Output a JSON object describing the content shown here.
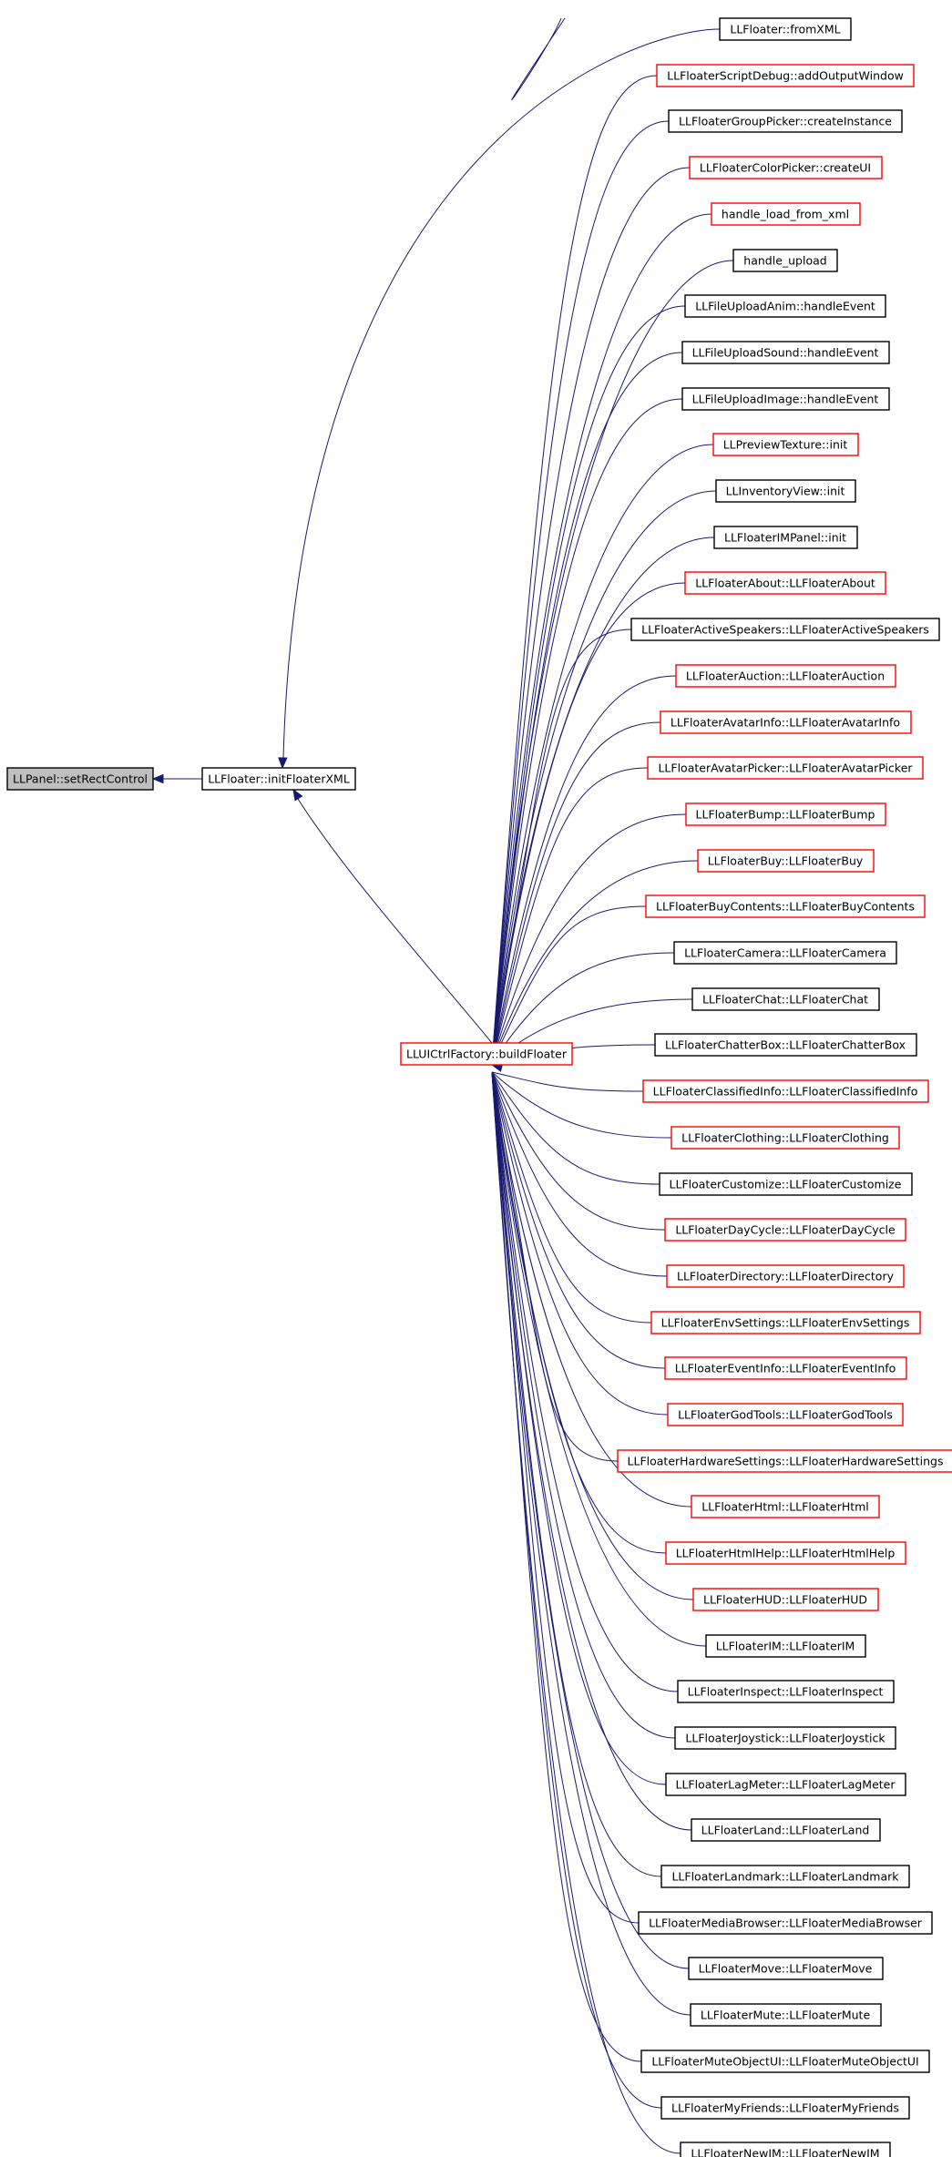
{
  "colors": {
    "edge": "#191970",
    "border_default": "#000000",
    "border_red": "#ff0000",
    "root_fill": "#bfbfbf",
    "node_fill": "#ffffff"
  },
  "diagram": {
    "root": {
      "label": "LLPanel::setRectControl"
    },
    "init_floater_xml": {
      "label": "LLFloater::initFloaterXML"
    },
    "build_floater": {
      "label": "LLUICtrlFactory::buildFloater"
    },
    "callers": [
      {
        "label": "LLFloater::fromXML",
        "border": "black",
        "target": "init"
      },
      {
        "label": "LLFloaterScriptDebug::addOutputWindow",
        "border": "red",
        "target": "build"
      },
      {
        "label": "LLFloaterGroupPicker::createInstance",
        "border": "black",
        "target": "build"
      },
      {
        "label": "LLFloaterColorPicker::createUI",
        "border": "red",
        "target": "build"
      },
      {
        "label": "handle_load_from_xml",
        "border": "red",
        "target": "build"
      },
      {
        "label": "handle_upload",
        "border": "black",
        "target": "build"
      },
      {
        "label": "LLFileUploadAnim::handleEvent",
        "border": "black",
        "target": "build"
      },
      {
        "label": "LLFileUploadSound::handleEvent",
        "border": "black",
        "target": "build"
      },
      {
        "label": "LLFileUploadImage::handleEvent",
        "border": "black",
        "target": "build"
      },
      {
        "label": "LLPreviewTexture::init",
        "border": "red",
        "target": "build"
      },
      {
        "label": "LLInventoryView::init",
        "border": "black",
        "target": "build"
      },
      {
        "label": "LLFloaterIMPanel::init",
        "border": "black",
        "target": "build"
      },
      {
        "label": "LLFloaterAbout::LLFloaterAbout",
        "border": "red",
        "target": "build"
      },
      {
        "label": "LLFloaterActiveSpeakers::LLFloaterActiveSpeakers",
        "border": "black",
        "target": "build"
      },
      {
        "label": "LLFloaterAuction::LLFloaterAuction",
        "border": "red",
        "target": "build"
      },
      {
        "label": "LLFloaterAvatarInfo::LLFloaterAvatarInfo",
        "border": "red",
        "target": "build"
      },
      {
        "label": "LLFloaterAvatarPicker::LLFloaterAvatarPicker",
        "border": "red",
        "target": "build"
      },
      {
        "label": "LLFloaterBump::LLFloaterBump",
        "border": "red",
        "target": "build"
      },
      {
        "label": "LLFloaterBuy::LLFloaterBuy",
        "border": "red",
        "target": "build"
      },
      {
        "label": "LLFloaterBuyContents::LLFloaterBuyContents",
        "border": "red",
        "target": "build"
      },
      {
        "label": "LLFloaterCamera::LLFloaterCamera",
        "border": "black",
        "target": "build"
      },
      {
        "label": "LLFloaterChat::LLFloaterChat",
        "border": "black",
        "target": "build"
      },
      {
        "label": "LLFloaterChatterBox::LLFloaterChatterBox",
        "border": "black",
        "target": "build"
      },
      {
        "label": "LLFloaterClassifiedInfo::LLFloaterClassifiedInfo",
        "border": "red",
        "target": "build"
      },
      {
        "label": "LLFloaterClothing::LLFloaterClothing",
        "border": "red",
        "target": "build"
      },
      {
        "label": "LLFloaterCustomize::LLFloaterCustomize",
        "border": "black",
        "target": "build"
      },
      {
        "label": "LLFloaterDayCycle::LLFloaterDayCycle",
        "border": "red",
        "target": "build"
      },
      {
        "label": "LLFloaterDirectory::LLFloaterDirectory",
        "border": "red",
        "target": "build"
      },
      {
        "label": "LLFloaterEnvSettings::LLFloaterEnvSettings",
        "border": "red",
        "target": "build"
      },
      {
        "label": "LLFloaterEventInfo::LLFloaterEventInfo",
        "border": "red",
        "target": "build"
      },
      {
        "label": "LLFloaterGodTools::LLFloaterGodTools",
        "border": "red",
        "target": "build"
      },
      {
        "label": "LLFloaterHardwareSettings::LLFloaterHardwareSettings",
        "border": "red",
        "target": "build"
      },
      {
        "label": "LLFloaterHtml::LLFloaterHtml",
        "border": "red",
        "target": "build"
      },
      {
        "label": "LLFloaterHtmlHelp::LLFloaterHtmlHelp",
        "border": "red",
        "target": "build"
      },
      {
        "label": "LLFloaterHUD::LLFloaterHUD",
        "border": "red",
        "target": "build"
      },
      {
        "label": "LLFloaterIM::LLFloaterIM",
        "border": "black",
        "target": "build"
      },
      {
        "label": "LLFloaterInspect::LLFloaterInspect",
        "border": "black",
        "target": "build"
      },
      {
        "label": "LLFloaterJoystick::LLFloaterJoystick",
        "border": "black",
        "target": "build"
      },
      {
        "label": "LLFloaterLagMeter::LLFloaterLagMeter",
        "border": "black",
        "target": "build"
      },
      {
        "label": "LLFloaterLand::LLFloaterLand",
        "border": "black",
        "target": "build"
      },
      {
        "label": "LLFloaterLandmark::LLFloaterLandmark",
        "border": "black",
        "target": "build"
      },
      {
        "label": "LLFloaterMediaBrowser::LLFloaterMediaBrowser",
        "border": "black",
        "target": "build"
      },
      {
        "label": "LLFloaterMove::LLFloaterMove",
        "border": "black",
        "target": "build"
      },
      {
        "label": "LLFloaterMute::LLFloaterMute",
        "border": "black",
        "target": "build"
      },
      {
        "label": "LLFloaterMuteObjectUI::LLFloaterMuteObjectUI",
        "border": "black",
        "target": "build"
      },
      {
        "label": "LLFloaterMyFriends::LLFloaterMyFriends",
        "border": "black",
        "target": "build"
      },
      {
        "label": "LLFloaterNewIM::LLFloaterNewIM",
        "border": "black",
        "target": "build"
      }
    ]
  }
}
